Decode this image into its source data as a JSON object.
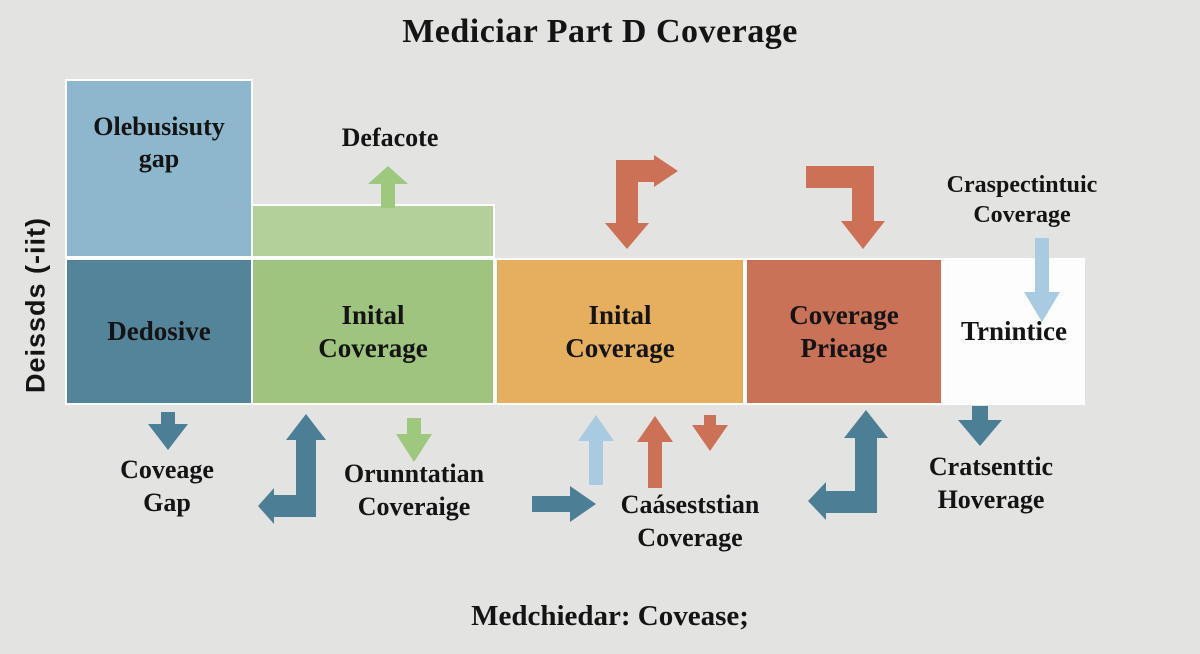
{
  "title": "Mediciar Part D Coverage",
  "caption": "Medchiedar: Covease;",
  "y_axis_label": "Deissds (-iit)",
  "colors": {
    "background": "#e3e3e1",
    "box_blue": "#8db7cd",
    "box_teal": "#54849a",
    "box_green_light": "#b3d09a",
    "box_green": "#9ec47f",
    "box_orange": "#e6af5e",
    "box_red": "#c97257",
    "box_white": "#fdfdfd",
    "arrow_green": "#9ec87e",
    "arrow_red": "#cc7155",
    "arrow_blue": "#a9cbe1",
    "arrow_teal": "#4c7f96",
    "text": "#141414"
  },
  "phases": {
    "olebusisuty": "Olebusisuty\ngap",
    "dedosive": "Dedosive",
    "inital_green": "Inital\nCoverage",
    "inital_orange": "Inital\nCoverage",
    "coverage_prieage": "Coverage\nPrieage",
    "trnintice": "Trnintice"
  },
  "annotations": {
    "defacote": "Defacote",
    "craspectintuic": "Craspectintuic\nCoverage",
    "coveage_gap": "Coveage\nGap",
    "orunntatian": "Orunntatian\nCoveraige",
    "caseststian": "Caáseststian\nCoverage",
    "cratsenttic": "Cratsenttic\nHoverage"
  }
}
